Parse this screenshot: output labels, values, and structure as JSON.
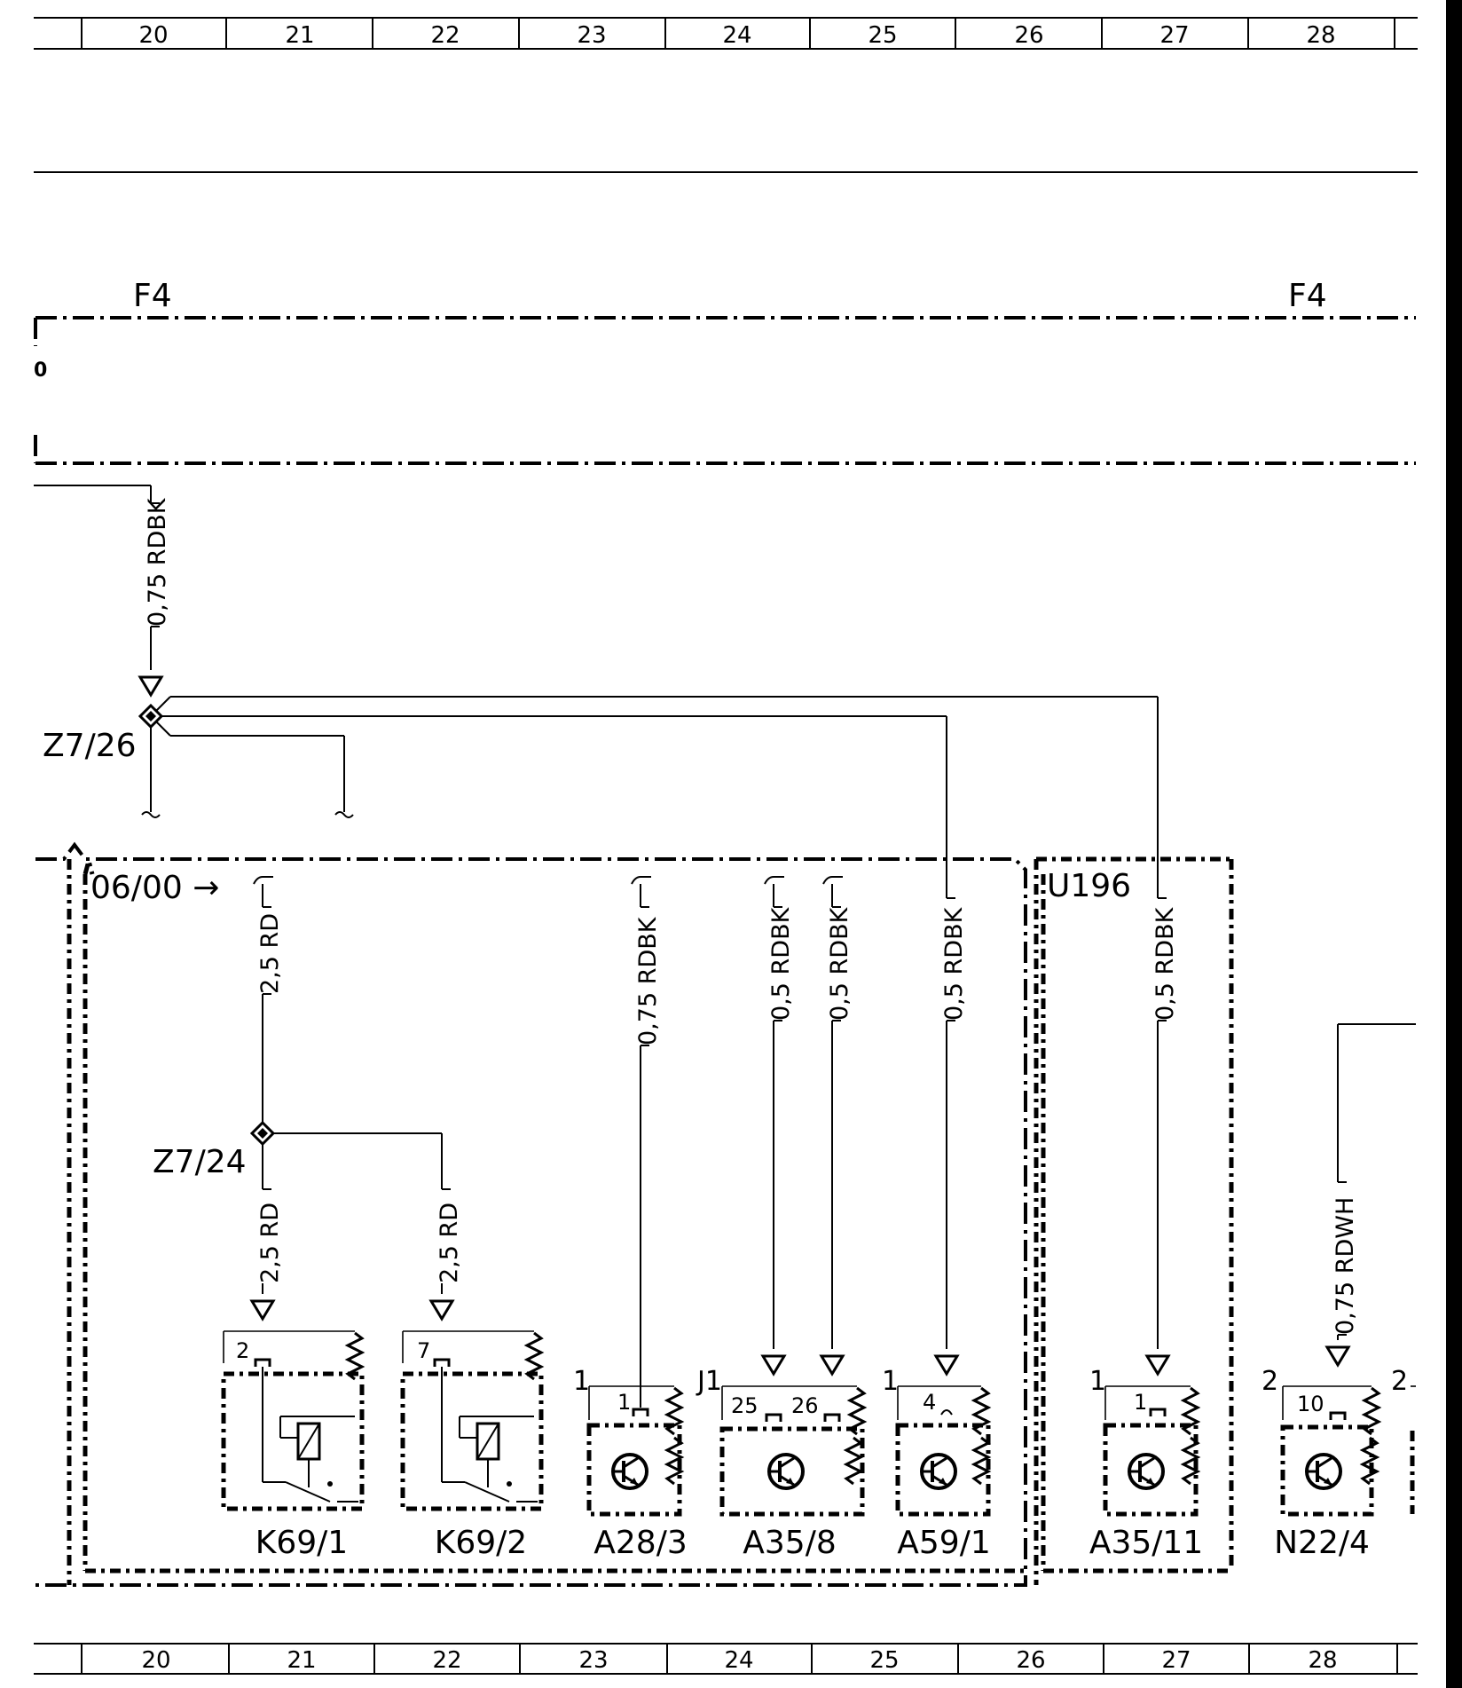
{
  "grid": {
    "columns": [
      "20",
      "21",
      "22",
      "23",
      "24",
      "25",
      "26",
      "27",
      "28"
    ]
  },
  "fuse": {
    "left_label": "F4",
    "right_label": "F4",
    "side_mark": "0"
  },
  "splices": {
    "upper": "Z7/26",
    "lower": "Z7/24"
  },
  "boxes": {
    "main_date": "06/00 →",
    "u196": "U196"
  },
  "wires": {
    "feed": "0,75 RDBK",
    "k_main": "2,5 RD",
    "k_left": "2,5 RD",
    "k_right": "2,5 RD",
    "a28_3": "0,75 RDBK",
    "a35_8_25": "0,5 RDBK",
    "a35_8_26": "0,5 RDBK",
    "a59_1": "0,5 RDBK",
    "a35_11": "0,5 RDBK",
    "n22_4": "0,75 RDWH"
  },
  "components": [
    {
      "id": "K69/1",
      "outer_pin": "",
      "pin": "2"
    },
    {
      "id": "K69/2",
      "outer_pin": "",
      "pin": "7"
    },
    {
      "id": "A28/3",
      "outer_pin": "1",
      "pin": "1"
    },
    {
      "id": "A35/8",
      "outer_pin": "J1",
      "pin": "25",
      "pin2": "26"
    },
    {
      "id": "A59/1",
      "outer_pin": "1",
      "pin": "4"
    },
    {
      "id": "A35/11",
      "outer_pin": "1",
      "pin": "1"
    },
    {
      "id": "N22/4",
      "outer_pin": "2",
      "pin": "10",
      "right_pin": "2"
    }
  ]
}
